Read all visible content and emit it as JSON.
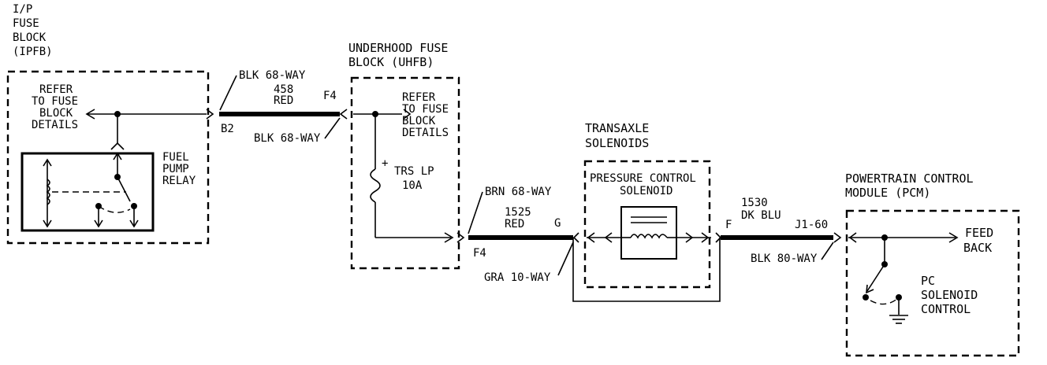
{
  "ipfb": {
    "title_lines": [
      "I/P",
      "FUSE",
      "BLOCK",
      "(IPFB)"
    ],
    "refer_lines": [
      "REFER",
      "TO FUSE",
      "BLOCK",
      "DETAILS"
    ],
    "relay_lines": [
      "FUEL",
      "PUMP",
      "RELAY"
    ]
  },
  "wire1": {
    "connector_top": "BLK 68-WAY",
    "circuit": "458",
    "color": "RED",
    "pin_left": "B2",
    "pin_right": "F4",
    "connector_bottom": "BLK 68-WAY"
  },
  "uhfb": {
    "title_lines": [
      "UNDERHOOD FUSE",
      "BLOCK (UHFB)"
    ],
    "refer_lines": [
      "REFER",
      "TO FUSE",
      "BLOCK",
      "DETAILS"
    ],
    "fuse_lines": [
      "TRS LP",
      "10A"
    ],
    "fuse_polarity": "+"
  },
  "wire2": {
    "connector_top": "BRN 68-WAY",
    "circuit": "1525",
    "color": "RED",
    "pin_left": "F4",
    "pin_right": "G",
    "connector_bottom": "GRA 10-WAY"
  },
  "transaxle": {
    "title_lines": [
      "TRANSAXLE",
      "SOLENOIDS"
    ],
    "solenoid_lines": [
      "PRESSURE CONTROL",
      "SOLENOID"
    ]
  },
  "wire3": {
    "circuit": "1530",
    "color": "DK BLU",
    "pin_left": "F",
    "pin_right": "J1-60",
    "connector_bottom": "BLK 80-WAY"
  },
  "pcm": {
    "title_lines": [
      "POWERTRAIN CONTROL",
      "MODULE (PCM)"
    ],
    "feedback_lines": [
      "FEED",
      "BACK"
    ],
    "control_lines": [
      "PC",
      "SOLENOID",
      "CONTROL"
    ]
  }
}
